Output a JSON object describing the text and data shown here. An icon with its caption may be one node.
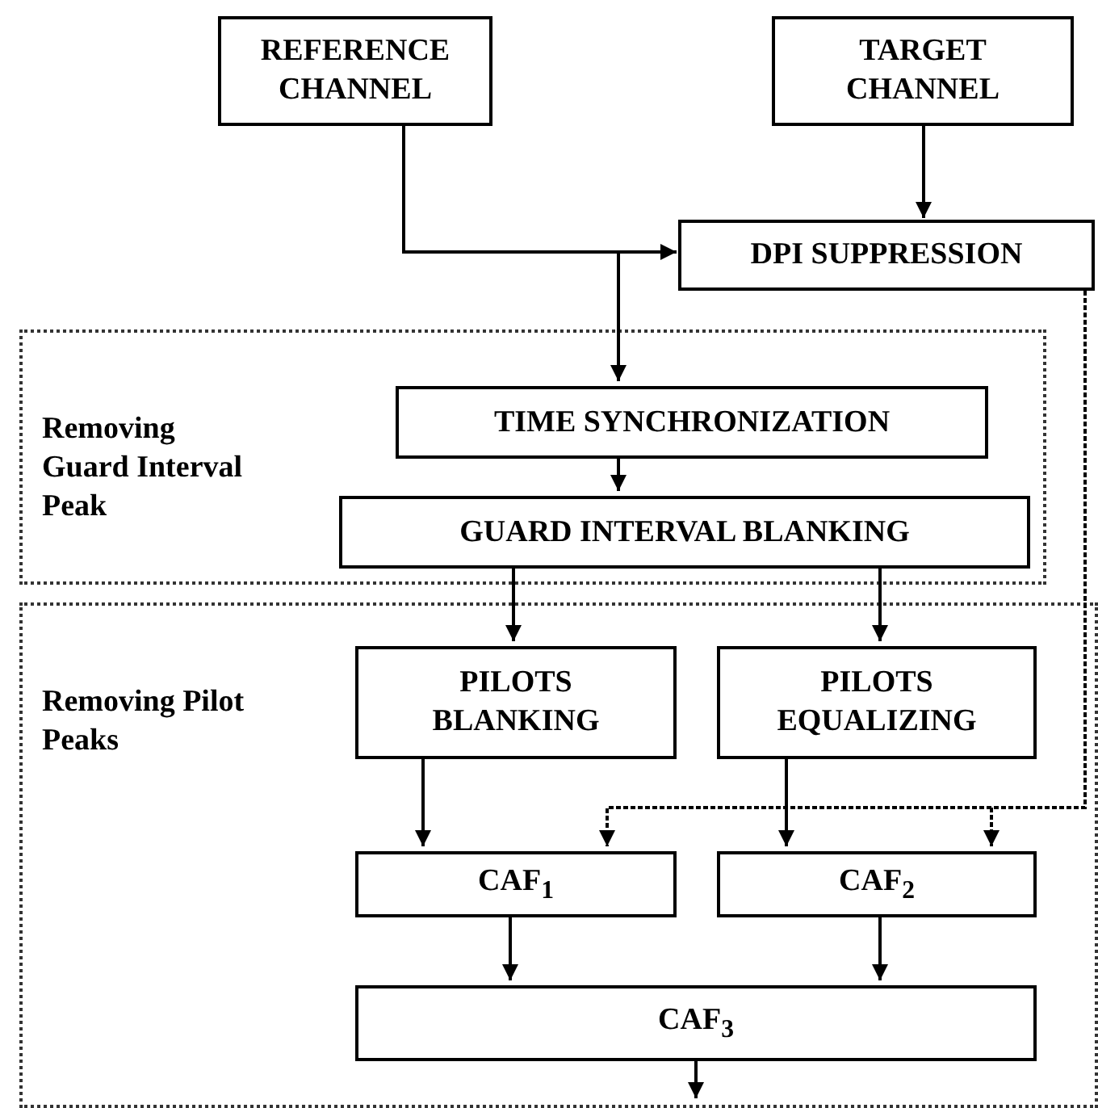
{
  "diagram": {
    "nodes": [
      {
        "text": [
          "REFERENCE CHANNEL"
        ]
      },
      {
        "text": [
          "TARGET CHANNEL"
        ]
      },
      {
        "text": [
          "DPI SUPPRESSION"
        ]
      },
      {
        "text": [
          "Removing Guard Interval Peak"
        ]
      },
      {
        "text": [
          "TIME SYNCHRONIZATION"
        ],
        "in": 3
      },
      {
        "text": [
          "GUARD INTERVAL BLANKING"
        ],
        "in": 3
      },
      {
        "text": [
          "Removing Pilot Peaks"
        ]
      },
      {
        "text": [
          "PILOTS BLANKING"
        ],
        "in": 6
      },
      {
        "text": [
          "PILOTS EQUALIZING"
        ],
        "in": 6
      },
      {
        "text": [
          "CAF$_{1}$"
        ],
        "in": 6
      },
      {
        "text": [
          "CAF$_{2}$"
        ],
        "in": 6
      },
      {
        "text": [
          "CAF$_{3}$"
        ],
        "in": 6
      }
    ],
    "edges": [
      {
        "from": 0,
        "to": 2,
        "arrow": "to"
      },
      {
        "from": 1,
        "to": 2,
        "arrow": "to"
      },
      {
        "from": 0,
        "to": 4,
        "arrow": "to"
      },
      {
        "from": 4,
        "to": 5,
        "arrow": "to"
      },
      {
        "from": 5,
        "to": 7,
        "arrow": "to"
      },
      {
        "from": 5,
        "to": 8,
        "arrow": "to"
      },
      {
        "from": 2,
        "to": 9,
        "arrow": "to",
        "style": "dashed"
      },
      {
        "from": 2,
        "to": 10,
        "arrow": "to",
        "style": "dashed"
      },
      {
        "from": 7,
        "to": 9,
        "arrow": "to"
      },
      {
        "from": 8,
        "to": 10,
        "arrow": "to"
      },
      {
        "from": 9,
        "to": 11,
        "arrow": "to"
      },
      {
        "from": 10,
        "to": 11,
        "arrow": "to"
      },
      {
        "from": 11,
        "to": null,
        "arrow": "to"
      }
    ]
  }
}
